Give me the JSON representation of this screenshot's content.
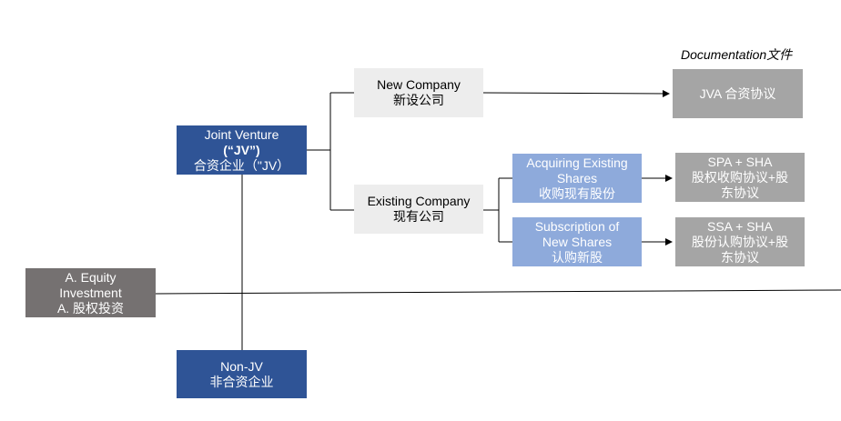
{
  "header": {
    "documentation": "Documentation文件"
  },
  "nodes": {
    "equity": {
      "line1": "A. Equity",
      "line2": "Investment",
      "line3": "A. 股权投资"
    },
    "jv": {
      "line1": "Joint Venture",
      "line2": "(“JV”)",
      "line3": "合资企业（\"JV）"
    },
    "nonjv": {
      "line1": "Non-JV",
      "line2": "非合资企业"
    },
    "new_company": {
      "line1": "New Company",
      "line2": "新设公司"
    },
    "existing_company": {
      "line1": "Existing Company",
      "line2": "现有公司"
    },
    "acquiring": {
      "line1": "Acquiring Existing",
      "line2": "Shares",
      "line3": "收购现有股份"
    },
    "subscription": {
      "line1": "Subscription of",
      "line2": "New Shares",
      "line3": "认购新股"
    }
  },
  "documents": {
    "jva": {
      "line1": "JVA 合资协议"
    },
    "spa": {
      "line1": "SPA + SHA",
      "line2": "股权收购协议+股",
      "line3": "东协议"
    },
    "ssa": {
      "line1": "SSA + SHA",
      "line2": "股份认购协议+股",
      "line3": "东协议"
    }
  },
  "colors": {
    "dark_gray": "#757171",
    "navy": "#2f5496",
    "light_gray": "#ededed",
    "light_blue": "#8eaadb",
    "doc_gray": "#a5a5a5"
  }
}
